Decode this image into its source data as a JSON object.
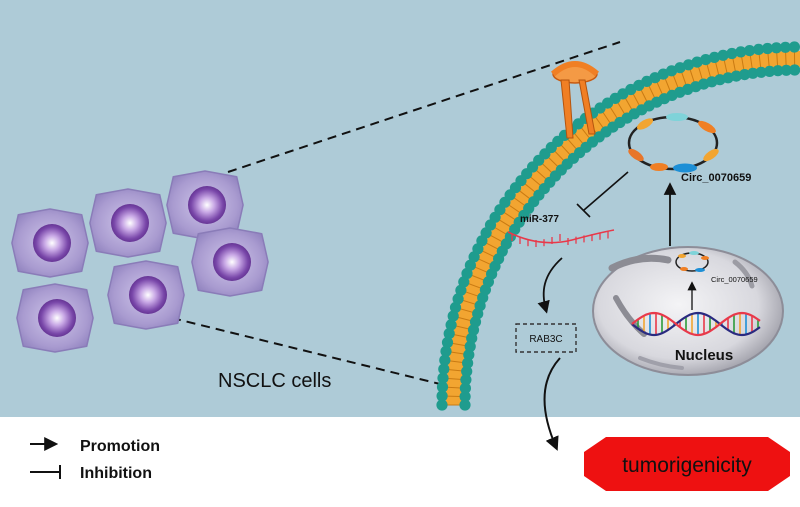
{
  "labels": {
    "cells": "NSCLC cells",
    "mirna": "miR-377",
    "circ_main": "Circ_0070659",
    "circ_small": "Circ_0070659",
    "rab": "RAB3C",
    "nucleus": "Nucleus",
    "outcome": "tumorigenicity"
  },
  "legend": {
    "promotion": "Promotion",
    "inhibition": "Inhibition"
  },
  "colors": {
    "background": "#aecbd7",
    "membrane_head": "#1f9c8e",
    "membrane_tail": "#f2a531",
    "cell_body": "#a99bd0",
    "nucleus_cell": "#6a3d9a",
    "receptor": "#f07f24",
    "outcome": "#ee1111",
    "mirna": "#e8394a"
  },
  "icons": [
    "arrow-icon",
    "inhibition-icon",
    "dna-helix-icon",
    "circrna-icon"
  ]
}
